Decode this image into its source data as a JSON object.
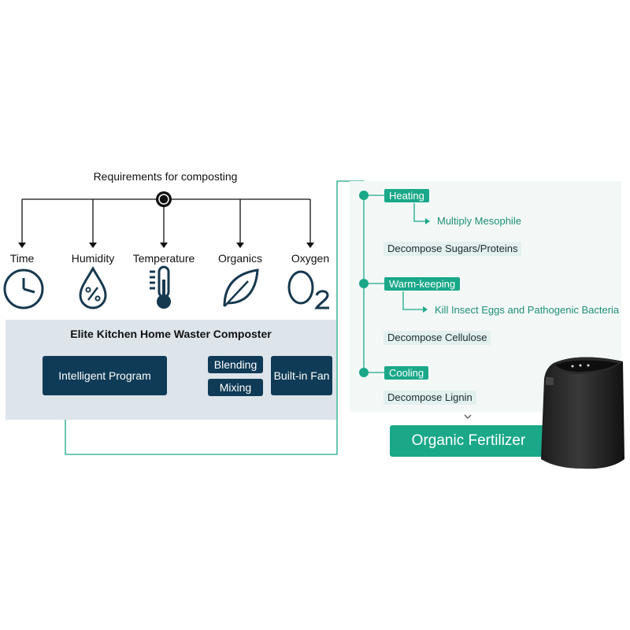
{
  "requirements": {
    "title": "Requirements for composting",
    "items": [
      {
        "label": "Time",
        "icon": "clock-icon"
      },
      {
        "label": "Humidity",
        "icon": "water-drop-percent-icon"
      },
      {
        "label": "Temperature",
        "icon": "thermometer-icon"
      },
      {
        "label": "Organics",
        "icon": "leaf-icon"
      },
      {
        "label": "Oxygen",
        "icon": "o2-icon"
      }
    ]
  },
  "composter": {
    "title": "Elite Kitchen Home Waster Composter",
    "intelligent_program": "Intelligent Program",
    "blending": "Blending",
    "mixing": "Mixing",
    "builtin_fan": "Built-in Fan"
  },
  "process": {
    "stages": [
      {
        "step": "Heating",
        "note": "Multiply Mesophile",
        "decompose": "Decompose Sugars/Proteins"
      },
      {
        "step": "Warm-keeping",
        "note": "Kill Insect Eggs and Pathogenic Bacteria",
        "decompose": "Decompose Cellulose"
      },
      {
        "step": "Cooling",
        "note": "",
        "decompose": "Decompose Lignin"
      }
    ],
    "result": "Organic Fertilizer"
  },
  "colors": {
    "teal": "#1aa889",
    "navy": "#0f3b57",
    "panel": "#dde4ea",
    "icon": "#17394f"
  }
}
